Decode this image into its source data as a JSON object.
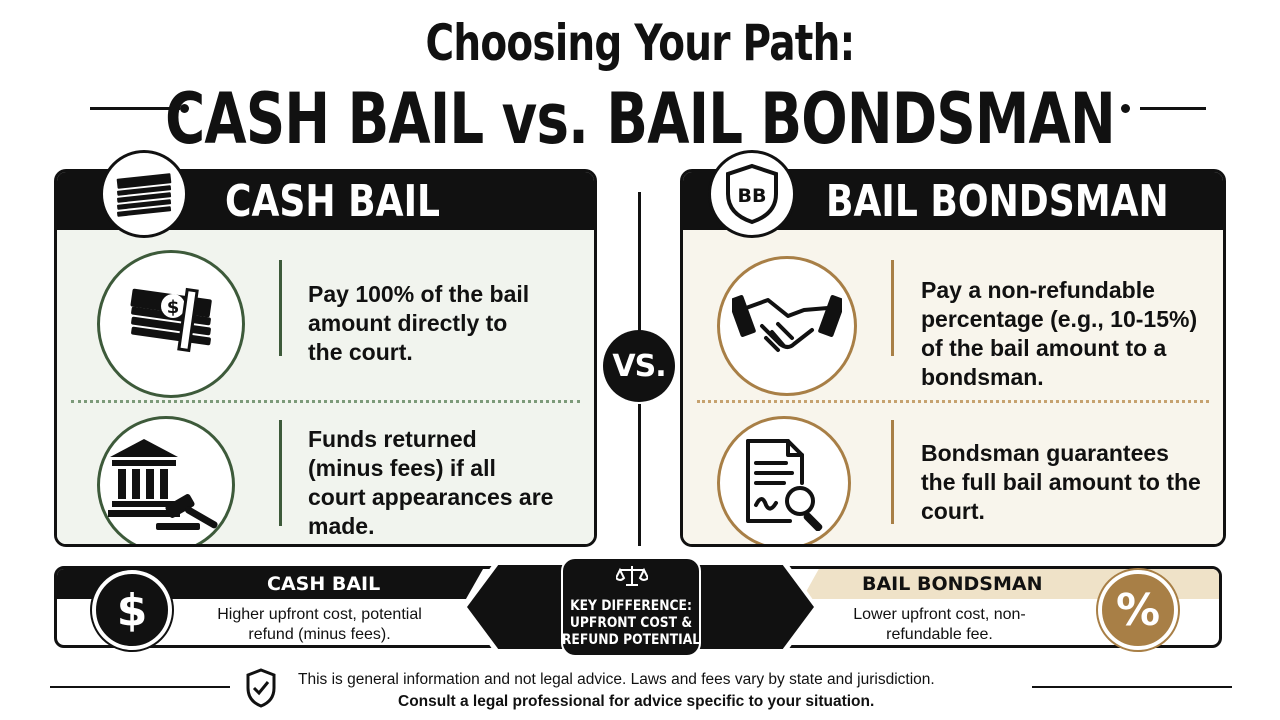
{
  "header": {
    "title_line1": "Choosing Your Path:",
    "title_line2": "CASH BAIL vs. BAIL BONDSMAN"
  },
  "left_panel": {
    "title": "CASH BAIL",
    "badge_icon": "cash-stack-icon",
    "rows": [
      {
        "icon": "money-stack-icon",
        "text": "Pay 100% of the bail amount directly to the court."
      },
      {
        "icon": "courthouse-gavel-icon",
        "text": "Funds returned (minus fees) if all court appearances are made."
      }
    ],
    "accent": "#3d5a3a"
  },
  "vs_label": "VS.",
  "right_panel": {
    "title": "BAIL BONDSMAN",
    "badge_text": "BB",
    "badge_icon": "shield-icon",
    "rows": [
      {
        "icon": "handshake-icon",
        "text": "Pay a non-refundable percentage (e.g., 10-15%) of the bail amount to a bondsman."
      },
      {
        "icon": "document-magnifier-icon",
        "text": "Bondsman guarantees the full bail amount to the court."
      }
    ],
    "accent": "#a87f46"
  },
  "summary": {
    "cash": {
      "label": "CASH BAIL",
      "icon": "dollar-icon",
      "icon_text": "$",
      "text": "Higher upfront cost, potential refund (minus fees)."
    },
    "key": {
      "icon": "scales-icon",
      "line1": "KEY DIFFERENCE:",
      "line2": "UPFRONT COST &",
      "line3": "REFUND POTENTIAL"
    },
    "bond": {
      "label": "BAIL BONDSMAN",
      "icon": "percent-icon",
      "icon_text": "%",
      "text": "Lower upfront cost, non-refundable fee."
    }
  },
  "footer": {
    "icon": "shield-check-icon",
    "line1": "This is general information and not legal advice. Laws and fees vary by state and jurisdiction.",
    "line2": "Consult a legal professional for advice specific to your situation."
  },
  "colors": {
    "dark": "#111111",
    "green": "#3d5a3a",
    "gold": "#a87f46",
    "green_bg": "#f1f4ee",
    "gold_bg": "#f8f5ec",
    "gold_strip": "#efe2c8"
  }
}
